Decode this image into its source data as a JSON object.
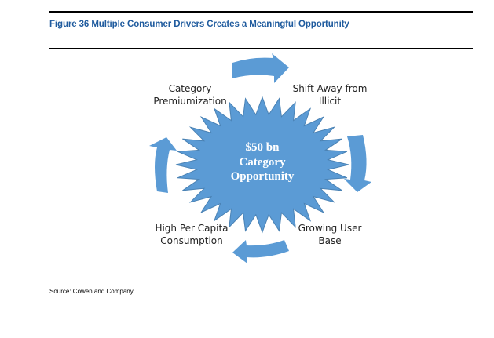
{
  "figure_title": "Figure 36 Multiple Consumer Drivers Creates a Meaningful Opportunity",
  "source": "Source: Cowen and Company",
  "center": {
    "line1": "$50 bn",
    "line2": "Category",
    "line3": "Opportunity"
  },
  "drivers": {
    "top_left": {
      "line1": "Category",
      "line2": "Premiumization"
    },
    "top_right": {
      "line1": "Shift Away from",
      "line2": "Illicit"
    },
    "bottom_right": {
      "line1": "Growing User",
      "line2": "Base"
    },
    "bottom_left": {
      "line1": "High Per Capita",
      "line2": "Consumption"
    }
  },
  "colors": {
    "title": "#1f5b9e",
    "arrow": "#5b9bd5",
    "starburst": "#5b9bd5",
    "starburst_stroke": "#4a82b4"
  }
}
